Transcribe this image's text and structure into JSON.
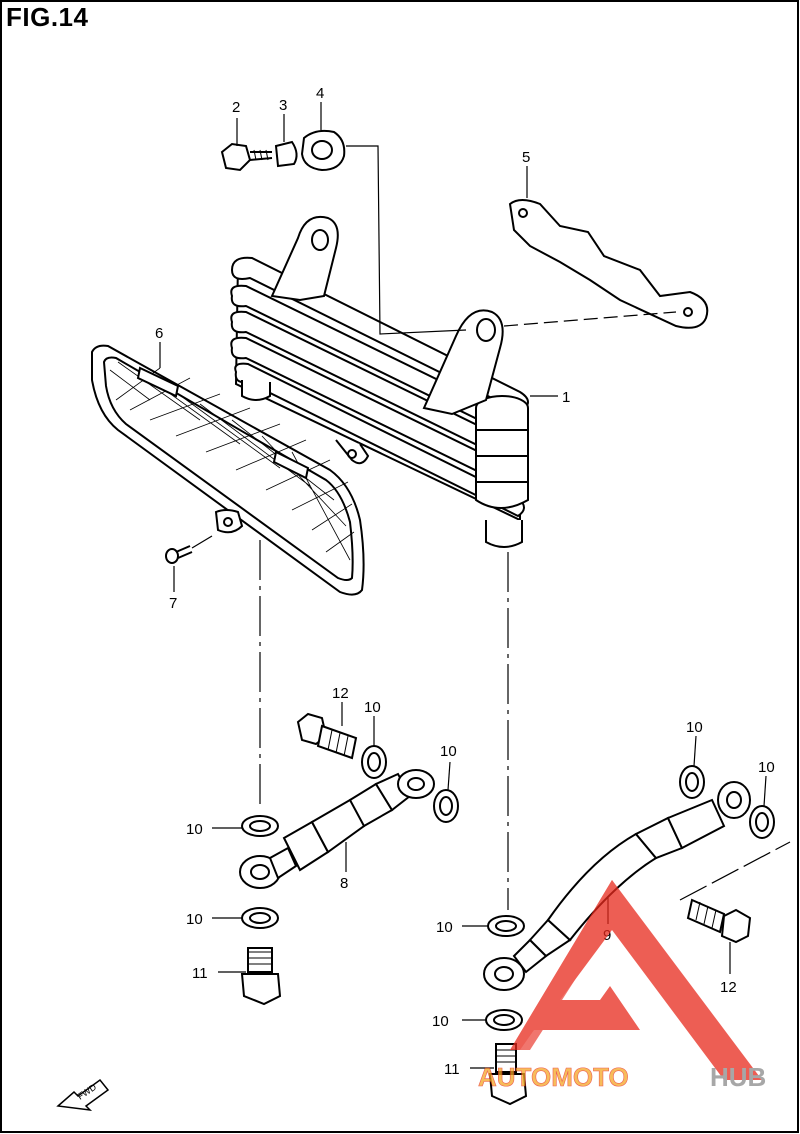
{
  "figure": {
    "title": "FIG.14"
  },
  "callouts": [
    {
      "id": "c1",
      "label": "1"
    },
    {
      "id": "c2",
      "label": "2"
    },
    {
      "id": "c3",
      "label": "3"
    },
    {
      "id": "c4",
      "label": "4"
    },
    {
      "id": "c5",
      "label": "5"
    },
    {
      "id": "c6",
      "label": "6"
    },
    {
      "id": "c7",
      "label": "7"
    },
    {
      "id": "c8",
      "label": "8"
    },
    {
      "id": "c9",
      "label": "9"
    },
    {
      "id": "c10a",
      "label": "10"
    },
    {
      "id": "c10b",
      "label": "10"
    },
    {
      "id": "c10c",
      "label": "10"
    },
    {
      "id": "c10d",
      "label": "10"
    },
    {
      "id": "c10e",
      "label": "10"
    },
    {
      "id": "c10f",
      "label": "10"
    },
    {
      "id": "c10g",
      "label": "10"
    },
    {
      "id": "c10h",
      "label": "10"
    },
    {
      "id": "c11a",
      "label": "11"
    },
    {
      "id": "c11b",
      "label": "11"
    },
    {
      "id": "c12a",
      "label": "12"
    },
    {
      "id": "c12b",
      "label": "12"
    }
  ],
  "direction_marker": {
    "label": "FWD"
  },
  "watermark": {
    "text_part1": "AUTOMOTO",
    "text_part2": "HUB",
    "color_red": "#e8291c",
    "color_orange": "#f5a623",
    "color_gray": "#8a8a8a"
  }
}
